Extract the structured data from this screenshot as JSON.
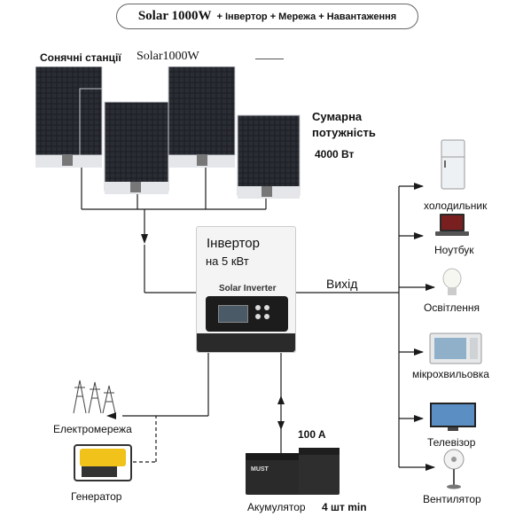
{
  "title": {
    "main": "Solar 1000W",
    "rest": "+ Інвертор  + Мережа + Навантаження"
  },
  "panels": {
    "label": "Сонячні станції",
    "model": "Solar1000W"
  },
  "total": {
    "label_line1": "Сумарна",
    "label_line2": "потужність",
    "value": "4000 Вт"
  },
  "inverter": {
    "label_line1": "Інвертор",
    "label_line2": "на 5 кВт",
    "brand": "Solar Inverter"
  },
  "output": {
    "label": "Вихід"
  },
  "loads": [
    {
      "label": "холодильник",
      "icon": "fridge-icon"
    },
    {
      "label": "Ноутбук",
      "icon": "laptop-icon"
    },
    {
      "label": "Освітлення",
      "icon": "lightbulb-icon"
    },
    {
      "label": "мікрохвильовка",
      "icon": "microwave-icon"
    },
    {
      "label": "Телевізор",
      "icon": "tv-icon"
    },
    {
      "label": "Вентилятор",
      "icon": "fan-icon"
    }
  ],
  "grid": {
    "label": "Електромережа"
  },
  "generator": {
    "label": "Генератор"
  },
  "battery": {
    "current": "100 A",
    "label": "Акумулятор",
    "count": "4 шт min",
    "brand": "MUST"
  },
  "colors": {
    "line": "#1a1a1a",
    "panel_cell": "#1b1d22",
    "panel_frame": "#c8cbd0",
    "inverter_body": "#f4f4f4",
    "inverter_panel": "#1c1c1c"
  }
}
